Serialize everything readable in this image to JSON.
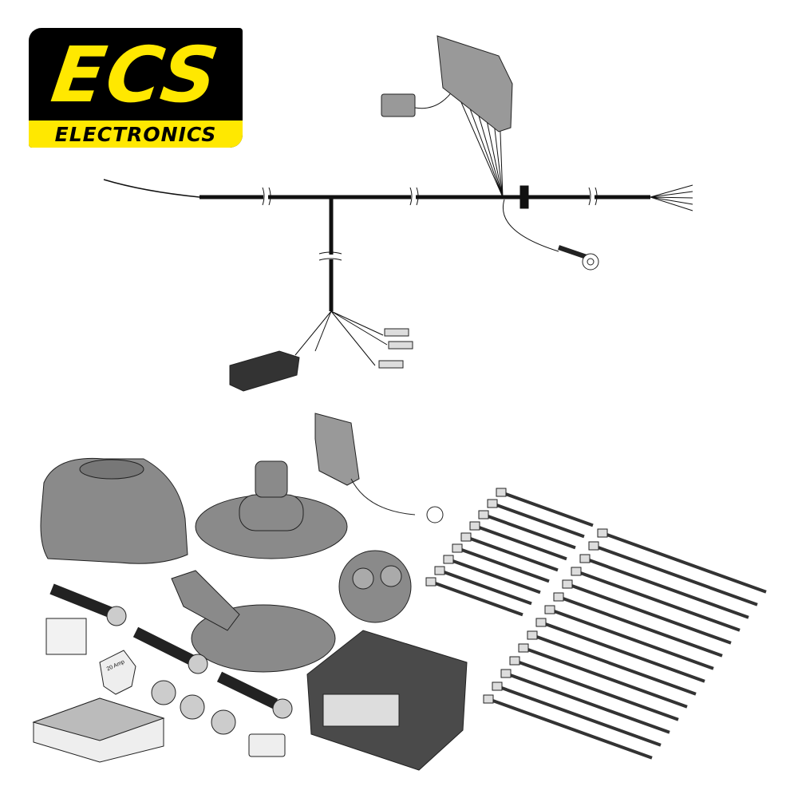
{
  "logo": {
    "brand": "ECS",
    "tagline": "ELECTRONICS",
    "colors": {
      "yellow": "#ffe800",
      "black": "#000000"
    }
  },
  "kit": {
    "fuse_label": "20 Amp",
    "cable_tie_count_short": 9,
    "cable_tie_count_long": 14,
    "colors": {
      "part_grey": "#8a8a8a",
      "module_dark": "#4a4a4a",
      "outline": "#222222"
    }
  }
}
